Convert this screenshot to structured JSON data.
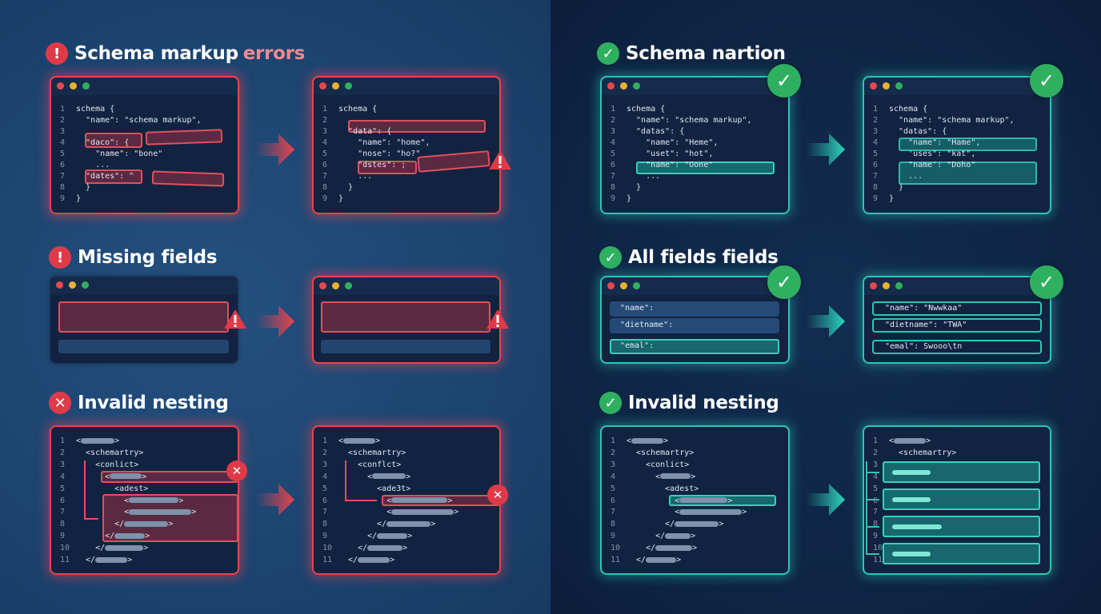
{
  "colors": {
    "error": "#e5444f",
    "success": "#2cc6b3",
    "check": "#2fb061",
    "left_bg": "#1c4470",
    "right_bg": "#0e2443"
  },
  "left": {
    "sections": [
      {
        "icon": "exclamation-icon",
        "icon_glyph": "!",
        "title": "Schema markup",
        "title_accent": "errors",
        "before": {
          "lines": [
            "schema {",
            "  \"name\": \"schema markup\",",
            "",
            "  \"daco\": {",
            "    \"name\": \"bone\"",
            "    ...",
            "  \"dates\": ^",
            "  }",
            "}"
          ]
        },
        "after": {
          "lines": [
            "schema {",
            "",
            "  \"data\": {",
            "    \"name\": \"home\",",
            "    \"nose\": \"ho?\"",
            "    \"dstes\": ;",
            "    ...",
            "  }",
            "}"
          ]
        }
      },
      {
        "icon": "exclamation-icon",
        "icon_glyph": "!",
        "title": "Missing fields"
      },
      {
        "icon": "x-icon",
        "icon_glyph": "✕",
        "title": "Invalid nesting",
        "before": {
          "lines": [
            "<■>",
            "  <schemartry>",
            "    <conlict>",
            "      <■>",
            "        <adest>",
            "          <■>",
            "          <■>",
            "        </■>",
            "      </■>",
            "    </■>",
            "  </■>"
          ]
        },
        "after": {
          "lines": [
            "<■>",
            "  <schemartry>",
            "    <conflct>",
            "      <■>",
            "        <ade3t>",
            "          <■>",
            "          <■>",
            "        </■>",
            "      </■>",
            "    </■>",
            "  </■>"
          ]
        }
      }
    ]
  },
  "right": {
    "sections": [
      {
        "icon": "check-icon",
        "icon_glyph": "✓",
        "title": "Schema nartion",
        "before": {
          "lines": [
            "schema {",
            "  \"name\": \"schema markup\",",
            "  \"datas\": {",
            "    \"name\": \"Heme\",",
            "    \"uset\": \"hot\",",
            "    \"name\": \"Oone\"",
            "    ...",
            "  }",
            "}"
          ]
        },
        "after": {
          "lines": [
            "schema {",
            "  \"name\": \"schema markup\",",
            "  \"datas\": {",
            "    \"name\": \"Hame\",",
            "    'uses\": \"kat\",",
            "    \"name': \"Doho\"",
            "    ...",
            "  }",
            "}"
          ]
        }
      },
      {
        "icon": "check-icon",
        "icon_glyph": "✓",
        "title": "All fields fields",
        "before": {
          "fields": [
            "\"name\":",
            "\"dietname\":",
            "\"emal\":"
          ]
        },
        "after": {
          "fields": [
            "\"name\": \"Nwwkaa\"",
            "\"dietname\": \"TWA\"",
            "\"emal\": Swooo\\tn"
          ]
        }
      },
      {
        "icon": "check-icon",
        "icon_glyph": "✓",
        "title": "Invalid nesting",
        "before": {
          "lines": [
            "<■>",
            "  <schemartry>",
            "    <conlict>",
            "      <■>",
            "        <adest>",
            "          <■>",
            "          <■>",
            "        </■>",
            "      </■>",
            "    </■>",
            "  </■>"
          ]
        },
        "after": {
          "lines": [
            "<■>",
            "  <schemartry>",
            "",
            "",
            "",
            "",
            "",
            "",
            "",
            "",
            ""
          ]
        }
      }
    ]
  }
}
